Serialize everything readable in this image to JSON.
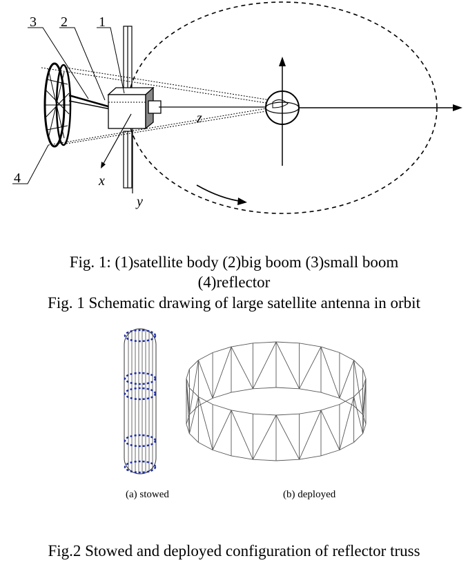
{
  "figure1": {
    "callouts": [
      "1",
      "2",
      "3",
      "4"
    ],
    "axis_labels": {
      "x": "x",
      "y": "y",
      "z": "z"
    },
    "caption_line1": "Fig. 1: (1)satellite body (2)big boom (3)small boom",
    "caption_line2": "(4)reflector",
    "caption_line3": "Fig. 1 Schematic drawing of large satellite antenna in orbit"
  },
  "figure2": {
    "label_a": "(a) stowed",
    "label_b": "(b) deployed",
    "caption": "Fig.2 Stowed and deployed configuration of reflector truss"
  }
}
